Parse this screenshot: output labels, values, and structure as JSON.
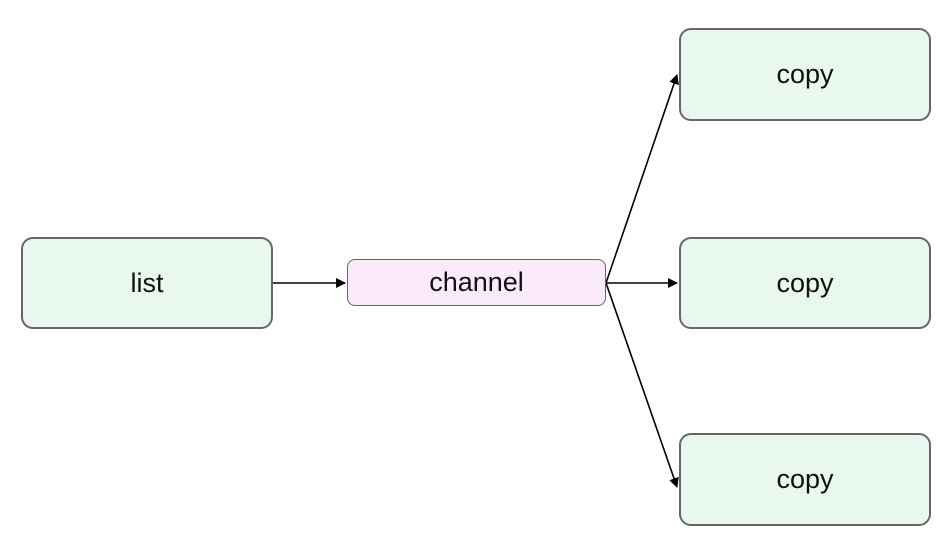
{
  "diagram": {
    "nodes": [
      {
        "id": "list",
        "label": "list",
        "kind": "process"
      },
      {
        "id": "channel",
        "label": "channel",
        "kind": "channel"
      },
      {
        "id": "copy1",
        "label": "copy",
        "kind": "process"
      },
      {
        "id": "copy2",
        "label": "copy",
        "kind": "process"
      },
      {
        "id": "copy3",
        "label": "copy",
        "kind": "process"
      }
    ],
    "edges": [
      {
        "from": "list",
        "to": "channel"
      },
      {
        "from": "channel",
        "to": "copy1"
      },
      {
        "from": "channel",
        "to": "copy2"
      },
      {
        "from": "channel",
        "to": "copy3"
      }
    ],
    "colors": {
      "process_fill": "#e9f8ee",
      "channel_fill": "#fbe9fc",
      "border": "#666666",
      "edge": "#000000"
    }
  }
}
